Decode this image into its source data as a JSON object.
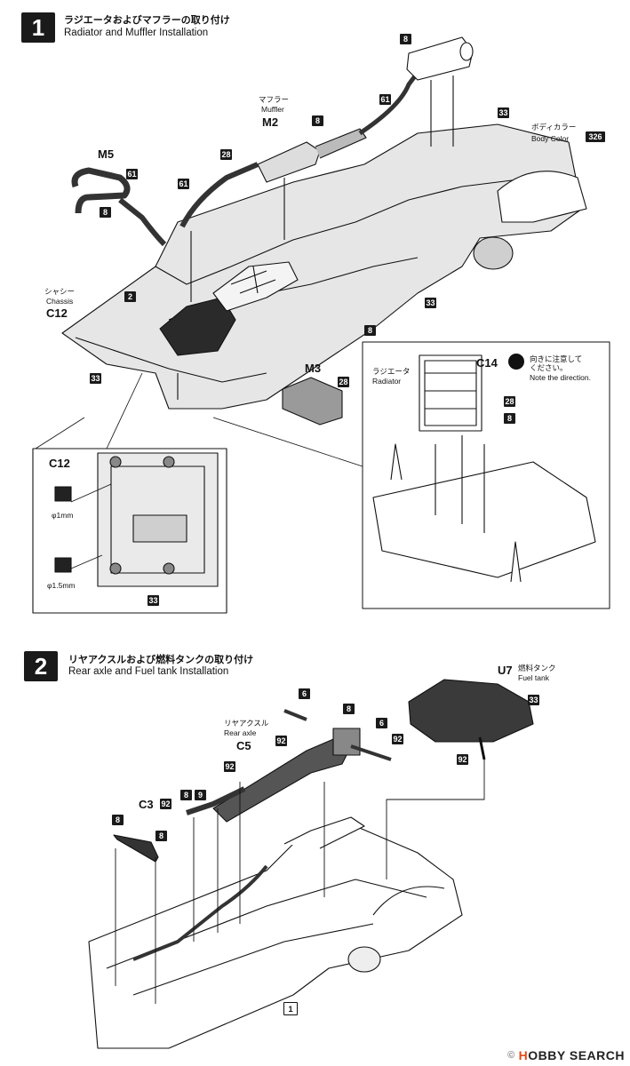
{
  "step1": {
    "number": "1",
    "title_jp": "ラジエータおよびマフラーの取り付け",
    "title_en": "Radiator and Muffler Installation",
    "labels": {
      "muffler_jp": "マフラー",
      "muffler_en": "Muffler",
      "m2": "M2",
      "m5": "M5",
      "m3": "M3",
      "chassis_jp": "シャシー",
      "chassis_en": "Chassis",
      "c12": "C12",
      "c12_inset": "C12",
      "body_color_jp": "ボディカラー",
      "body_color_en": "Body Color",
      "body_color_code": "326",
      "radiator_jp": "ラジエータ",
      "radiator_en": "Radiator",
      "c14": "C14",
      "note_jp_1": "向きに注意して",
      "note_jp_2": "ください。",
      "note_en": "Note the direction.",
      "drill_1": "φ1mm",
      "drill_2": "φ1.5mm"
    },
    "badges": {
      "b8_top": "8",
      "b61_top": "61",
      "b8_muffler": "8",
      "b28_left": "28",
      "b61_left": "61",
      "b61_m5": "61",
      "b8_m5": "8",
      "b33_body": "33",
      "b33_mid": "33",
      "b2": "2",
      "b8_chassis": "8",
      "b33_chassis": "33",
      "b28_m3": "28",
      "b28_rad": "28",
      "b8_rad": "8",
      "b33_inset": "33"
    }
  },
  "step2": {
    "number": "2",
    "title_jp": "リヤアクスルおよび燃料タンクの取り付け",
    "title_en": "Rear axle and Fuel tank Installation",
    "labels": {
      "rear_axle_jp": "リヤアクスル",
      "rear_axle_en": "Rear axle",
      "c5": "C5",
      "c3": "C3",
      "u7": "U7",
      "fuel_tank_jp": "燃料タンク",
      "fuel_tank_en": "Fuel tank"
    },
    "badges": {
      "b6_a": "6",
      "b8_axle": "8",
      "b6_b": "6",
      "b92_a": "92",
      "b92_b": "92",
      "b92_c5": "92",
      "b33_tank": "33",
      "b92_tank": "92",
      "b92_c3": "92",
      "b8_c3a": "8",
      "b8_c3b": "8",
      "b8_shaft": "8",
      "b9_shaft": "9",
      "b1": "1"
    }
  },
  "watermark": {
    "copyright": "©",
    "brand_a": "H",
    "brand_b": "OBBY SEARCH"
  }
}
